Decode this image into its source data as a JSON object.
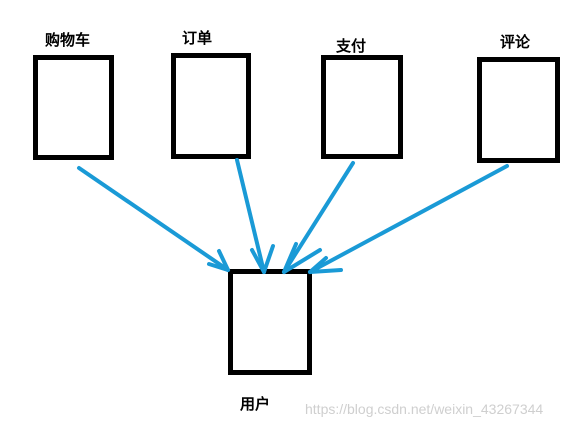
{
  "modules": {
    "cart": "购物车",
    "order": "订单",
    "payment": "支付",
    "review": "评论"
  },
  "user": "用户",
  "watermark": "https://blog.csdn.net/weixin_43267344",
  "colors": {
    "box_border": "#000000",
    "arrow": "#1a9ad6",
    "watermark": "#cfcfcf"
  }
}
